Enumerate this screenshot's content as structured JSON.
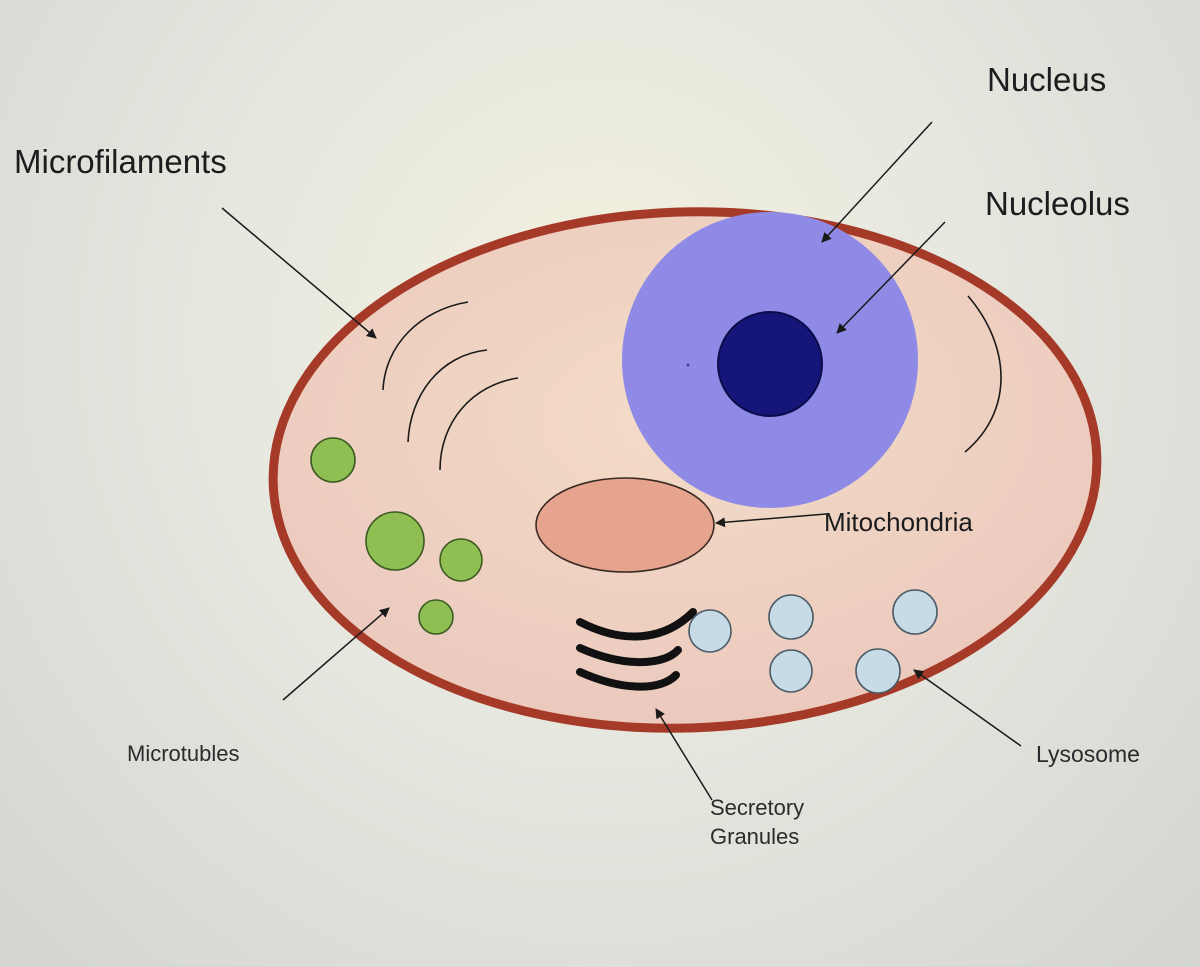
{
  "labels": {
    "nucleus": "Nucleus",
    "nucleolus": "Nucleolus",
    "microfilaments": "Microfilaments",
    "mitochondria": "Mitochondria",
    "microtubles": "Microtubles",
    "secretory_line1": "Secretory",
    "secretory_line2": "Granules",
    "lysosome": "Lysosome"
  },
  "colors": {
    "cell_membrane": "#a63a28",
    "cytoplasm": "#f0d2c2",
    "nucleus": "#8f8ae6",
    "nucleolus": "#16167a",
    "mitochondria": "#e6a48e",
    "green_vesicle": "#8fbf53",
    "lysosome": "#c6dbe6"
  }
}
